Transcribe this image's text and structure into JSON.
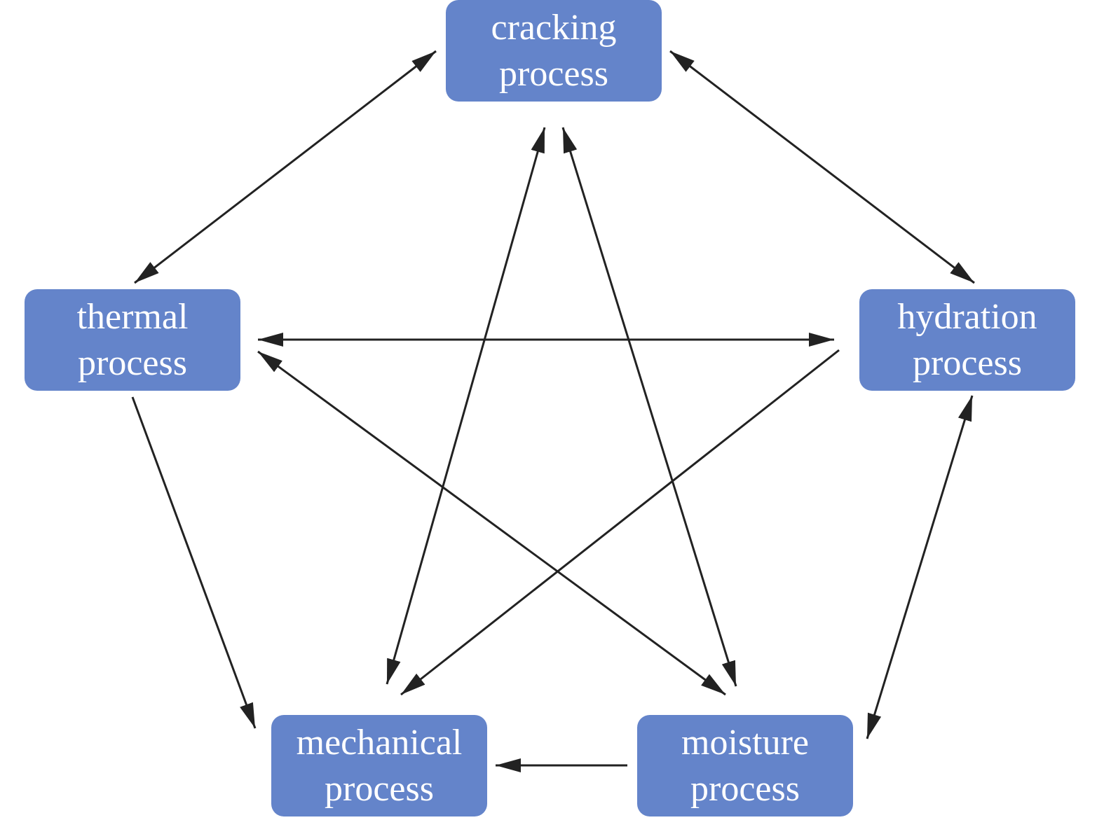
{
  "colors": {
    "node_fill": "#6484ca",
    "node_text": "#ffffff",
    "arrow": "#222222"
  },
  "nodes": {
    "cracking": {
      "line1": "cracking",
      "line2": "process"
    },
    "thermal": {
      "line1": "thermal",
      "line2": "process"
    },
    "hydration": {
      "line1": "hydration",
      "line2": "process"
    },
    "mechanical": {
      "line1": "mechanical",
      "line2": "process"
    },
    "moisture": {
      "line1": "moisture",
      "line2": "process"
    }
  },
  "edges": [
    {
      "from": "cracking",
      "to": "thermal",
      "bidirectional": true
    },
    {
      "from": "cracking",
      "to": "hydration",
      "bidirectional": true
    },
    {
      "from": "cracking",
      "to": "mechanical",
      "bidirectional": true
    },
    {
      "from": "cracking",
      "to": "moisture",
      "bidirectional": true
    },
    {
      "from": "thermal",
      "to": "hydration",
      "bidirectional": true
    },
    {
      "from": "thermal",
      "to": "moisture",
      "bidirectional": true
    },
    {
      "from": "hydration",
      "to": "moisture",
      "bidirectional": true
    },
    {
      "from": "thermal",
      "to": "mechanical",
      "bidirectional": false
    },
    {
      "from": "hydration",
      "to": "mechanical",
      "bidirectional": false
    },
    {
      "from": "moisture",
      "to": "mechanical",
      "bidirectional": false
    }
  ]
}
